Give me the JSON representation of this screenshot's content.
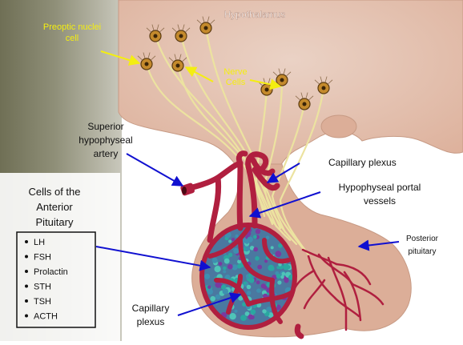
{
  "title": "Hypothalamus",
  "labels": {
    "preoptic_line1": "Preoptic nuclei",
    "preoptic_line2": "cell",
    "nerve_line1": "Nerve",
    "nerve_line2": "Cells",
    "superior_line1": "Superior",
    "superior_line2": "hypophyseal",
    "superior_line3": "artery",
    "capillary_plexus_top": "Capillary plexus",
    "portal_line1": "Hypophyseal portal",
    "portal_line2": "vessels",
    "posterior_line1": "Posterior",
    "posterior_line2": "pituitary",
    "capillary_bottom_line1": "Capillary",
    "capillary_bottom_line2": "plexus"
  },
  "anterior_cells": {
    "heading_line1": "Cells of the",
    "heading_line2": "Anterior",
    "heading_line3": "Pituitary",
    "items": [
      "LH",
      "FSH",
      "Prolactin",
      "STH",
      "TSH",
      "ACTH"
    ]
  },
  "colors": {
    "tissue": "#e3bba6",
    "vessel": "#b01f3f",
    "nerve_fiber": "#ece3a0",
    "nucleus_cell": "#c48a2c",
    "arrow_yellow": "#f4ee10",
    "arrow_blue": "#1010d0",
    "sidebar_dark": "#7a7a60"
  }
}
